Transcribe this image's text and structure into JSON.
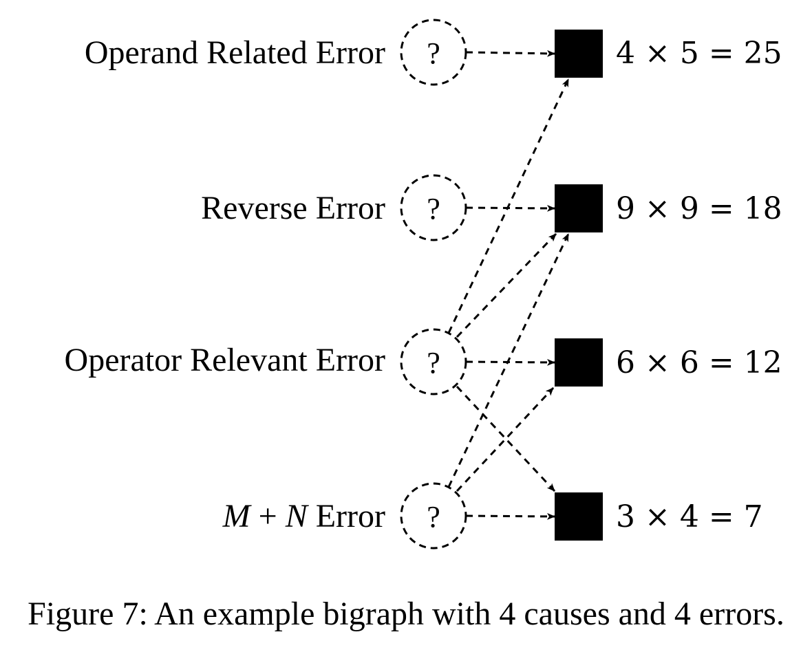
{
  "causes": [
    {
      "prefix": "",
      "mid": "",
      "suffix": "Operand Related Error",
      "symbol": "?"
    },
    {
      "prefix": "",
      "mid": "",
      "suffix": "Reverse Error",
      "symbol": "?"
    },
    {
      "prefix": "",
      "mid": "",
      "suffix": "Operator Relevant Error",
      "symbol": "?"
    },
    {
      "prefix": "M",
      "mid": " + ",
      "suffix": "N",
      "tail": " Error",
      "symbol": "?"
    }
  ],
  "errors": [
    {
      "expression": "4 × 5 = 25"
    },
    {
      "expression": "9 × 9 = 18"
    },
    {
      "expression": "6 × 6 = 12"
    },
    {
      "expression": "3 × 4 = 7"
    }
  ],
  "edges": [
    {
      "from": 0,
      "to": 0
    },
    {
      "from": 1,
      "to": 1
    },
    {
      "from": 2,
      "to": 2
    },
    {
      "from": 3,
      "to": 3
    },
    {
      "from": 2,
      "to": 0
    },
    {
      "from": 2,
      "to": 1
    },
    {
      "from": 3,
      "to": 1
    },
    {
      "from": 2,
      "to": 3
    },
    {
      "from": 3,
      "to": 2
    }
  ],
  "caption": "Figure 7: An example bigraph with 4 causes and 4 errors."
}
